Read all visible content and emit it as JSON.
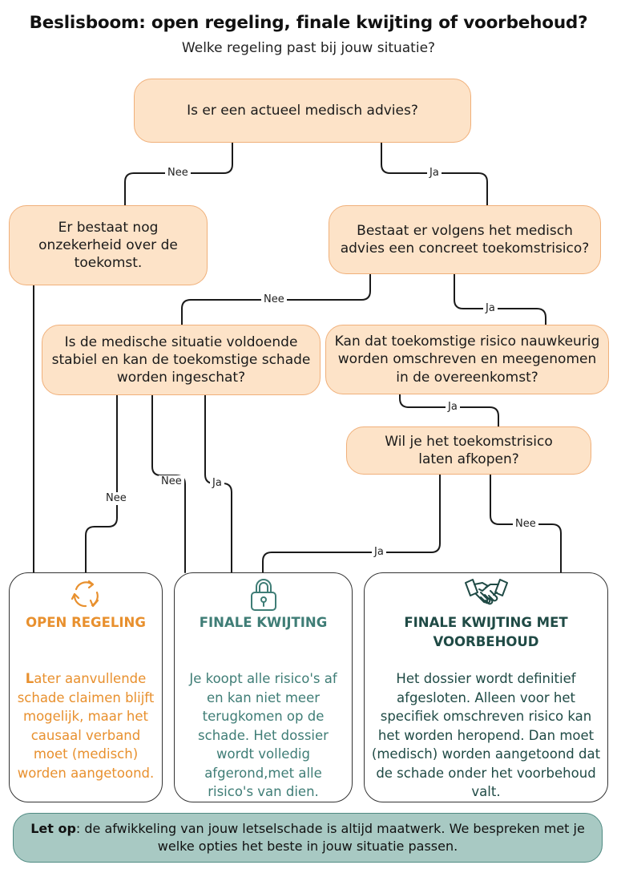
{
  "header": {
    "title": "Beslisboom: open regeling, finale kwijting of voorbehoud?",
    "subtitle": "Welke regeling past bij jouw situatie?"
  },
  "nodes": {
    "q1": "Is er een actueel medisch advies?",
    "q2": "Er bestaat nog onzekerheid over de toekomst.",
    "q3": "Bestaat er volgens het medisch advies een concreet toekomstrisico?",
    "q4": "Is de medische situatie voldoende stabiel en kan de toekomstige schade worden ingeschat?",
    "q5": "Kan dat toekomstige risico nauwkeurig worden omschreven en meegenomen in de overeenkomst?",
    "q6": "Wil je het toekomstrisico laten afkopen?"
  },
  "edge_labels": {
    "q1_no": "Nee",
    "q1_yes": "Ja",
    "q3_no": "Nee",
    "q3_yes": "Ja",
    "q4_no_a": "Nee",
    "q4_no_b": "Nee",
    "q4_yes": "Ja",
    "q5_yes": "Ja",
    "q6_yes": "Ja",
    "q6_no": "Nee"
  },
  "outcomes": {
    "open": {
      "title": "OPEN REGELING",
      "body_first_letter": "L",
      "body_rest": "ater aanvullende schade claimen blijft mogelijk, maar het causaal verband moet (medisch) worden aangetoond.",
      "color": "#e8902e",
      "icon": "cycle-arrows-icon"
    },
    "finale": {
      "title": "FINALE KWIJTING",
      "body": "Je koopt alle risico's af en kan niet meer terugkomen op de schade. Het dossier wordt volledig afgerond,met alle risico's van dien.",
      "color": "#3f7d76",
      "icon": "padlock-icon"
    },
    "voorbehoud": {
      "title": "FINALE KWIJTING MET VOORBEHOUD",
      "body": "Het dossier wordt definitief afgesloten. Alleen voor het specifiek omschreven risico kan het worden heropend. Dan moet (medisch) worden aangetoond dat de schade onder het voorbehoud valt.",
      "color": "#1f4a45",
      "icon": "handshake-icon"
    }
  },
  "note": {
    "bold": "Let op",
    "text": ": de afwikkeling van jouw letselschade is altijd maatwerk. We bespreken met je welke opties het beste in jouw situatie passen."
  },
  "colors": {
    "question_fill": "#fde3c8",
    "question_border": "#f0b07a",
    "note_fill": "#a8c9c3",
    "note_border": "#4f8a82"
  }
}
